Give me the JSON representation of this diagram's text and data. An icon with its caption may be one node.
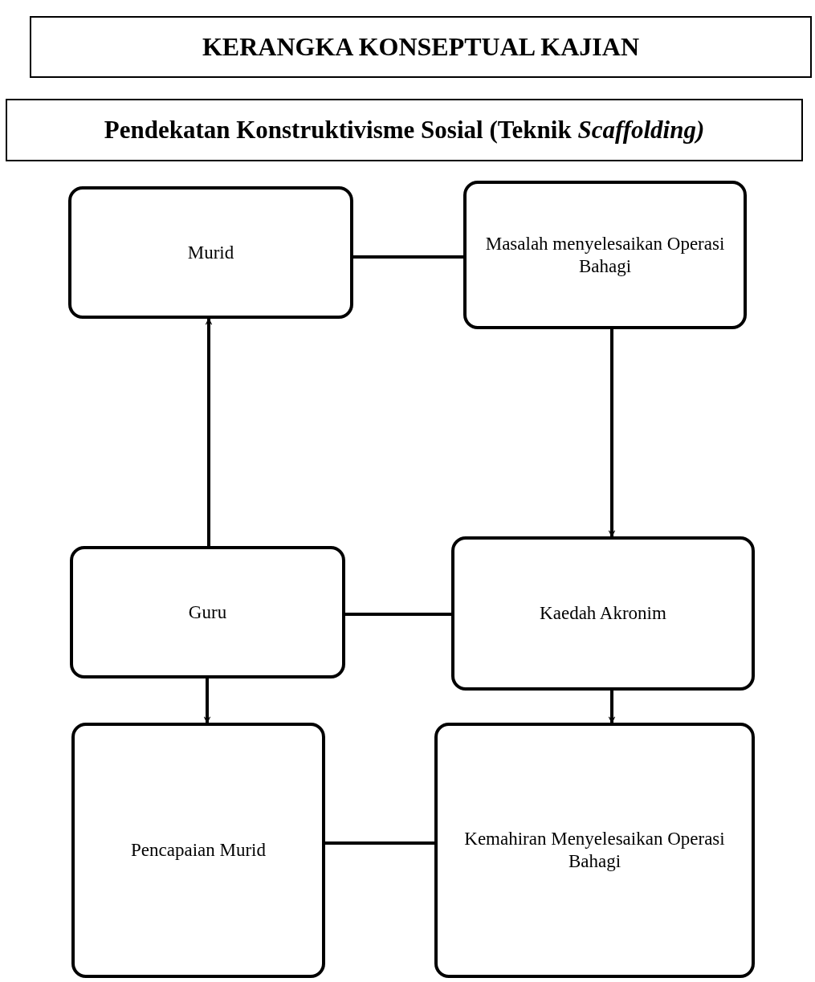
{
  "diagram": {
    "title": "KERANGKA KONSEPTUAL KAJIAN",
    "nodes": [
      {
        "text": [
          "Pendekatan Konstruktivisme Sosial (Teknik *Scaffolding)*"
        ]
      },
      {
        "text": [
          "Murid"
        ]
      },
      {
        "text": [
          "Masalah menyelesaikan Operasi Bahagi"
        ]
      },
      {
        "text": [
          "Guru"
        ]
      },
      {
        "text": [
          "Kaedah Akronim"
        ]
      },
      {
        "text": [
          "Pencapaian Murid"
        ]
      },
      {
        "text": [
          "Kemahiran Menyelesaikan Operasi Bahagi"
        ]
      }
    ],
    "edges": [
      {
        "from": 1,
        "to": 2,
        "arrow": "none"
      },
      {
        "from": 3,
        "to": 1,
        "arrow": "to"
      },
      {
        "from": 2,
        "to": 4,
        "arrow": "to"
      },
      {
        "from": 3,
        "to": 4,
        "arrow": "none"
      },
      {
        "from": 3,
        "to": 5,
        "arrow": "to"
      },
      {
        "from": 4,
        "to": 6,
        "arrow": "to"
      },
      {
        "from": 5,
        "to": 6,
        "arrow": "none"
      }
    ]
  }
}
